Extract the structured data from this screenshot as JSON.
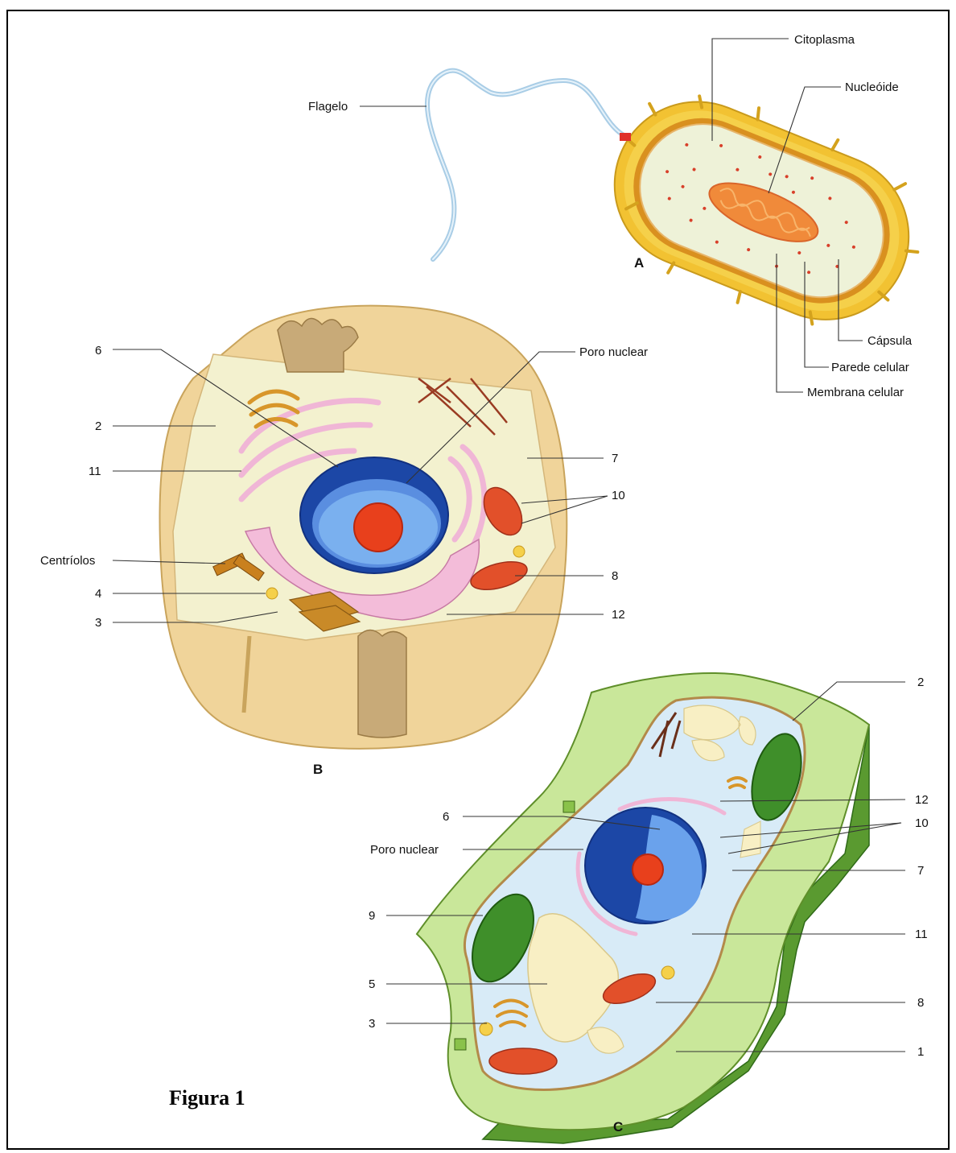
{
  "caption": "Figura 1",
  "panels": {
    "a": "A",
    "b": "B",
    "c": "C"
  },
  "labels_a": {
    "flagelo": "Flagelo",
    "citoplasma": "Citoplasma",
    "nucleoide": "Nucleóide",
    "capsula": "Cápsula",
    "parede_celular": "Parede celular",
    "membrana_celular": "Membrana celular"
  },
  "labels_b": {
    "n6": "6",
    "poro_nuclear": "Poro nuclear",
    "n2": "2",
    "n11": "11",
    "n7": "7",
    "n10": "10",
    "centriolos": "Centríolos",
    "n8": "8",
    "n4": "4",
    "n3": "3",
    "n12": "12"
  },
  "labels_c": {
    "n2": "2",
    "n12": "12",
    "n6": "6",
    "n10": "10",
    "poro_nuclear": "Poro nuclear",
    "n7": "7",
    "n9": "9",
    "n11": "11",
    "n5": "5",
    "n8": "8",
    "n3": "3",
    "n1": "1"
  },
  "colors": {
    "bacteria_capsule": "#f2c232",
    "bacteria_wall": "#d9901f",
    "cytoplasm_light": "#eef2d8",
    "animal_outer": "#f0d49a",
    "animal_inner": "#f3f1cf",
    "nucleus_blue": "#2a5fb8",
    "nucleolus_red": "#e8401c",
    "er_pink": "#f0b6d6",
    "mitochondria": "#e2502a",
    "golgi": "#d8962a",
    "plant_wall": "#c9e79a",
    "plant_wall_dark": "#4f8a2a",
    "plant_cytoplasm": "#d8ebf7",
    "chloroplast": "#3f8f2a",
    "vacuole": "#f8efc4"
  }
}
